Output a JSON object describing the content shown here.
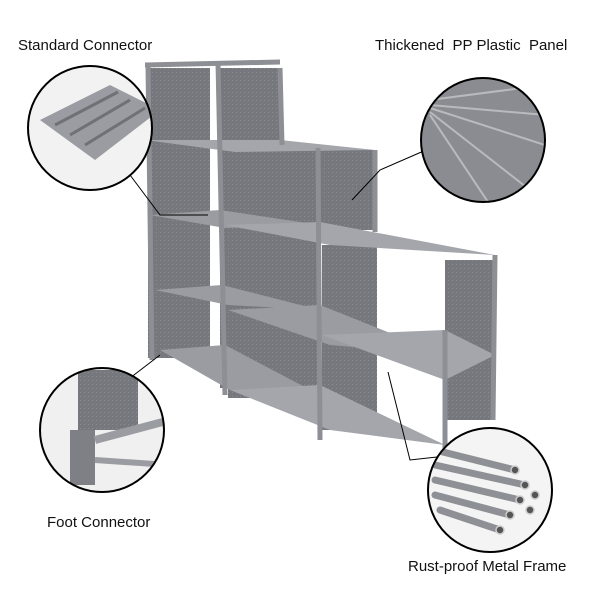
{
  "labels": {
    "standard_connector": "Standard Connector",
    "pp_panel": "Thickened  PP Plastic  Panel",
    "foot_connector": "Foot Connector",
    "metal_frame": "Rust-proof Metal Frame"
  },
  "colors": {
    "panel": "#7d7f84",
    "frame": "#a9abb0",
    "shelf": "#9a9ca1",
    "callout_line": "#000000"
  }
}
